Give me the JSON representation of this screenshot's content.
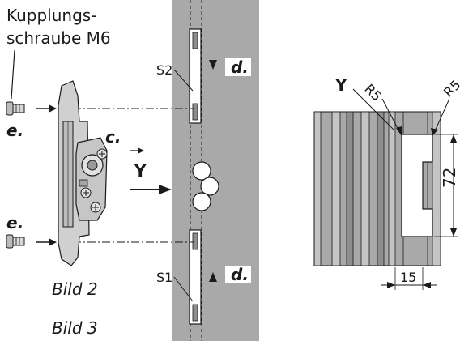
{
  "labels": {
    "screw_title_line1": "Kupplungs-",
    "screw_title_line2": "schraube M6",
    "e_top": "e.",
    "e_bottom": "e.",
    "c": "c.",
    "y_left": "Y",
    "y_right": "Y",
    "s2": "S2",
    "s1": "S1",
    "d_top": "d.",
    "d_bottom": "d.",
    "bild2": "Bild 2",
    "bild3": "Bild 3",
    "r5_left": "R5",
    "r5_right": "R5",
    "dim_72": "72",
    "dim_15": "15"
  },
  "colors": {
    "profile_gray": "#a9a9a9",
    "profile_light": "#c4c4c4",
    "profile_dark": "#8e8e8e",
    "line": "#1a1a1a"
  }
}
